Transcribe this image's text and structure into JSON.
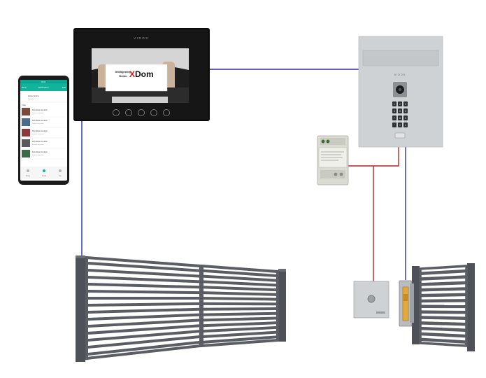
{
  "monitor": {
    "brand": "VIDOS",
    "card_line1": "Inteligentny",
    "card_line2": "Domu",
    "card_logo_x": "X",
    "card_logo_dom": "Dom"
  },
  "phone": {
    "status_time": "10:01",
    "header_left": "Menu",
    "header_title": "Notification",
    "header_right": "Edit",
    "section_title": "Home Gmina",
    "section_sub": "Intercom",
    "list_label": "Today",
    "item_title": "Ktoś dzwoni do drzwi",
    "item_sub": "Kamera wejściowa",
    "nav_items": [
      "Home",
      "Cloud",
      "Me"
    ]
  },
  "outdoor_panel": {
    "brand": "VIDOS",
    "keys": [
      "1",
      "2",
      "3",
      "4",
      "5",
      "6",
      "7",
      "8",
      "9",
      "*",
      "0",
      "#"
    ]
  },
  "colors": {
    "wire_blue": "#2b2f9a",
    "wire_red": "#b22424",
    "gate": "#5a5d63",
    "steel": "#c9ccd0"
  }
}
